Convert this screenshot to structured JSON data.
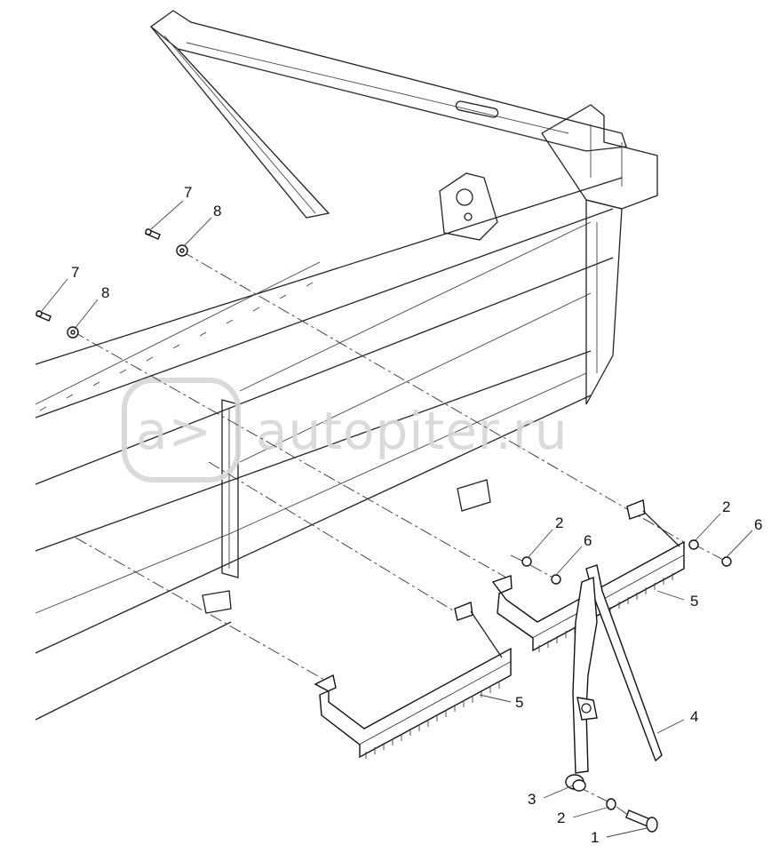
{
  "watermark": {
    "text": "autopiter.ru",
    "logo_glyph": "a>"
  },
  "callouts": [
    {
      "id": "c1",
      "label": "1"
    },
    {
      "id": "c2a",
      "label": "2"
    },
    {
      "id": "c2b",
      "label": "2"
    },
    {
      "id": "c2c",
      "label": "2"
    },
    {
      "id": "c3",
      "label": "3"
    },
    {
      "id": "c4",
      "label": "4"
    },
    {
      "id": "c5a",
      "label": "5"
    },
    {
      "id": "c5b",
      "label": "5"
    },
    {
      "id": "c6a",
      "label": "6"
    },
    {
      "id": "c6b",
      "label": "6"
    },
    {
      "id": "c7a",
      "label": "7"
    },
    {
      "id": "c7b",
      "label": "7"
    },
    {
      "id": "c8a",
      "label": "8"
    },
    {
      "id": "c8b",
      "label": "8"
    }
  ]
}
